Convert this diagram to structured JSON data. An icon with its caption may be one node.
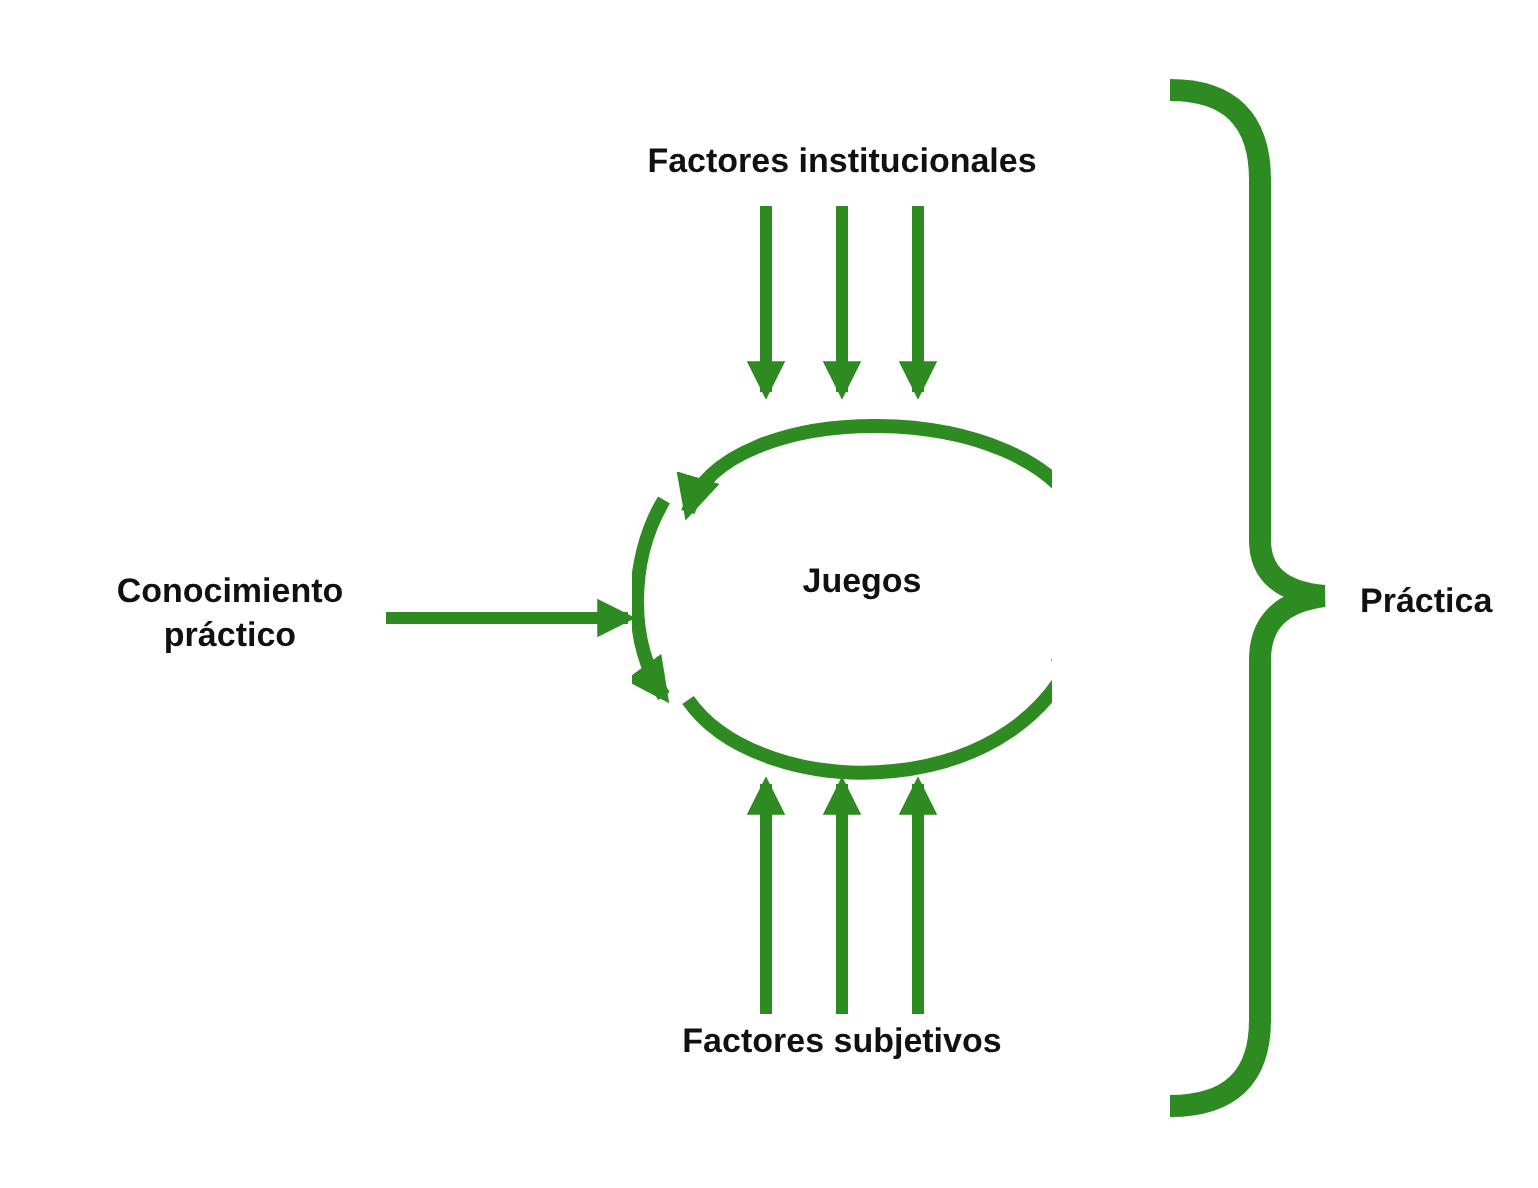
{
  "diagram": {
    "nodes": [
      {
        "text": [
          "Factores institucionales"
        ]
      },
      {
        "text": [
          "Conocimiento práctico"
        ]
      },
      {
        "text": [
          "Juegos"
        ]
      },
      {
        "text": [
          "Factores subjetivos"
        ]
      },
      {
        "text": [
          "Práctica"
        ]
      }
    ],
    "edges": [
      {
        "from": 0,
        "to": 2,
        "arrow": "to"
      },
      {
        "from": 0,
        "to": 2,
        "arrow": "to"
      },
      {
        "from": 0,
        "to": 2,
        "arrow": "to"
      },
      {
        "from": 1,
        "to": 2,
        "arrow": "to"
      },
      {
        "from": 3,
        "to": 2,
        "arrow": "to"
      },
      {
        "from": 3,
        "to": 2,
        "arrow": "to"
      },
      {
        "from": 3,
        "to": 2,
        "arrow": "to"
      }
    ]
  }
}
